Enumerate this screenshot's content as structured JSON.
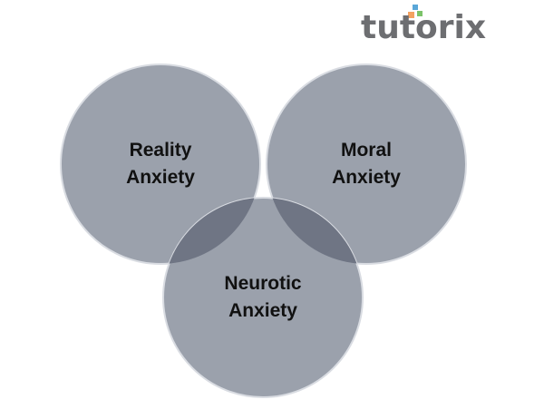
{
  "logo": {
    "text": "tutorix",
    "colors": [
      "#f4a261",
      "#7cc36a",
      "#5aa7d8"
    ]
  },
  "circles": [
    {
      "line1": "Reality",
      "line2": "Anxiety"
    },
    {
      "line1": "Moral",
      "line2": "Anxiety"
    },
    {
      "line1": "Neurotic",
      "line2": "Anxiety"
    }
  ],
  "colors": {
    "circle": "#9ba1ac",
    "overlap": "#6f7584",
    "border": "#d9dce2"
  }
}
